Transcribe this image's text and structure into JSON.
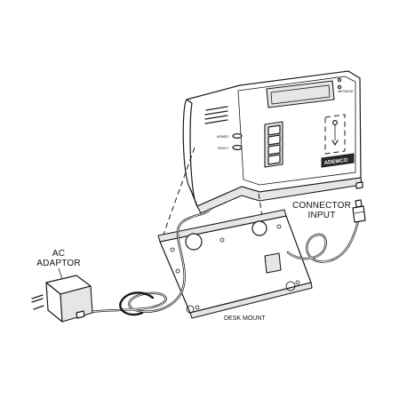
{
  "labels": {
    "ac_adaptor_line1": "AC",
    "ac_adaptor_line2": "ADAPTOR",
    "connector_input_line1": "CONNECTOR",
    "connector_input_line2": "INPUT",
    "desk_mount": "DESK MOUNT"
  },
  "device": {
    "brand": "ADEMCO",
    "led_1": "ARMED",
    "led_2": "READY",
    "indicator": "MESSAGE"
  }
}
